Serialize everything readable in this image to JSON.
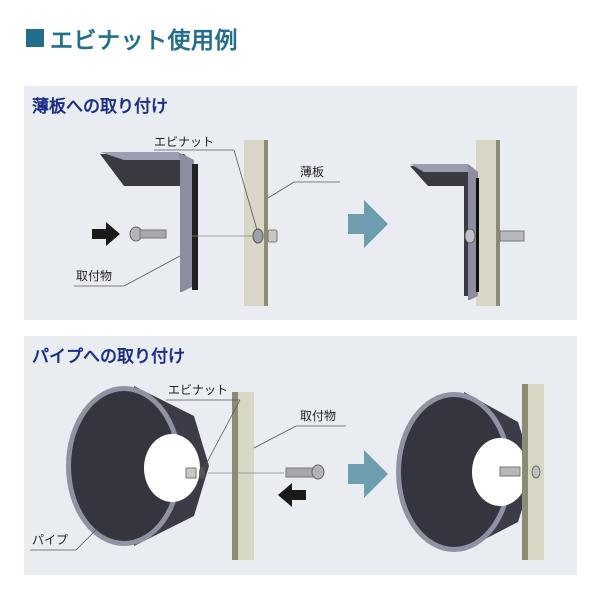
{
  "page": {
    "title": "エビナット使用例",
    "accent_color": "#236f8b"
  },
  "sections": [
    {
      "title": "薄板への取り付け",
      "labels": {
        "nut": "エビナット",
        "sheet": "薄板",
        "part": "取付物"
      }
    },
    {
      "title": "パイプへの取り付け",
      "labels": {
        "nut": "エビナット",
        "part": "取付物",
        "pipe": "パイプ"
      }
    }
  ],
  "colors": {
    "panel_bg": "#e9edf2",
    "section_title": "#1c2f86",
    "flow_arrow": "#6e9db0",
    "plate": "#d6d4c2",
    "bracket": "#8a8ea0"
  }
}
